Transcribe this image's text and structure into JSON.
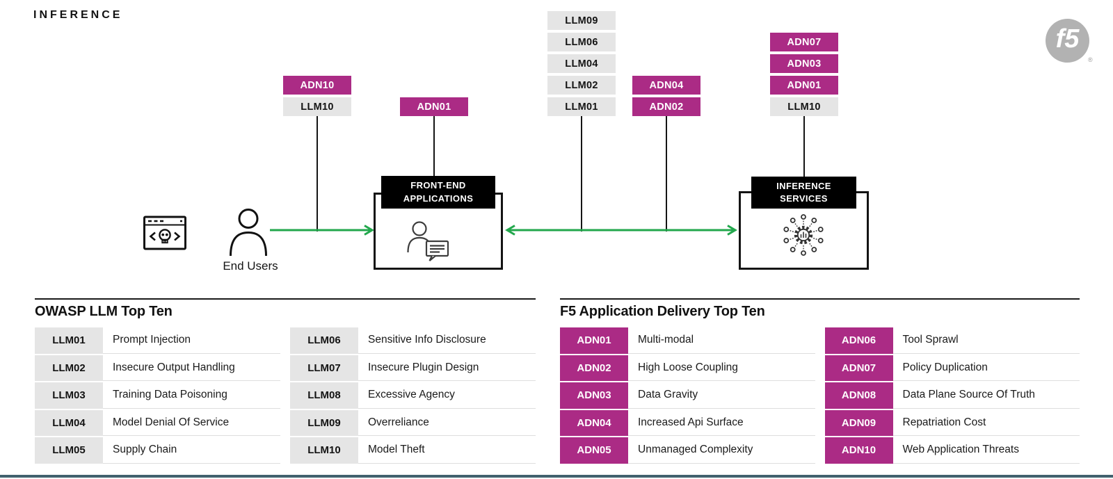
{
  "title": "INFERENCE",
  "logo": {
    "text": "f5",
    "registered": "®"
  },
  "diagram": {
    "end_users_label": "End Users",
    "front_end": {
      "line1": "FRONT-END",
      "line2": "APPLICATIONS"
    },
    "inference": {
      "line1": "INFERENCE",
      "line2": "SERVICES"
    },
    "tag_groups": {
      "end_user_link": [
        {
          "label": "ADN10",
          "type": "adn"
        },
        {
          "label": "LLM10",
          "type": "llm"
        }
      ],
      "front_end_top": [
        {
          "label": "ADN01",
          "type": "adn"
        }
      ],
      "llm_stack": [
        {
          "label": "LLM09",
          "type": "llm"
        },
        {
          "label": "LLM06",
          "type": "llm"
        },
        {
          "label": "LLM04",
          "type": "llm"
        },
        {
          "label": "LLM02",
          "type": "llm"
        },
        {
          "label": "LLM01",
          "type": "llm"
        }
      ],
      "adn_stack": [
        {
          "label": "ADN04",
          "type": "adn"
        },
        {
          "label": "ADN02",
          "type": "adn"
        }
      ],
      "inference_top": [
        {
          "label": "ADN07",
          "type": "adn"
        },
        {
          "label": "ADN03",
          "type": "adn"
        },
        {
          "label": "ADN01",
          "type": "adn"
        },
        {
          "label": "LLM10",
          "type": "llm"
        }
      ]
    }
  },
  "tables": {
    "owasp": {
      "title": "OWASP LLM Top Ten",
      "col1": [
        {
          "code": "LLM01",
          "desc": "Prompt Injection"
        },
        {
          "code": "LLM02",
          "desc": "Insecure Output Handling"
        },
        {
          "code": "LLM03",
          "desc": "Training Data Poisoning"
        },
        {
          "code": "LLM04",
          "desc": "Model Denial Of Service"
        },
        {
          "code": "LLM05",
          "desc": "Supply Chain"
        }
      ],
      "col2": [
        {
          "code": "LLM06",
          "desc": "Sensitive Info Disclosure"
        },
        {
          "code": "LLM07",
          "desc": "Insecure Plugin Design"
        },
        {
          "code": "LLM08",
          "desc": "Excessive Agency"
        },
        {
          "code": "LLM09",
          "desc": "Overreliance"
        },
        {
          "code": "LLM10",
          "desc": "Model Theft"
        }
      ]
    },
    "adn": {
      "title": "F5 Application Delivery Top Ten",
      "col1": [
        {
          "code": "ADN01",
          "desc": "Multi-modal"
        },
        {
          "code": "ADN02",
          "desc": "High Loose Coupling"
        },
        {
          "code": "ADN03",
          "desc": "Data Gravity"
        },
        {
          "code": "ADN04",
          "desc": "Increased Api Surface"
        },
        {
          "code": "ADN05",
          "desc": "Unmanaged Complexity"
        }
      ],
      "col2": [
        {
          "code": "ADN06",
          "desc": "Tool Sprawl"
        },
        {
          "code": "ADN07",
          "desc": "Policy Duplication"
        },
        {
          "code": "ADN08",
          "desc": "Data Plane Source Of Truth"
        },
        {
          "code": "ADN09",
          "desc": "Repatriation Cost"
        },
        {
          "code": "ADN10",
          "desc": "Web Application Threats"
        }
      ]
    }
  },
  "colors": {
    "adn_magenta": "#ab2b85",
    "llm_gray": "#e5e5e5",
    "arrow_green": "#22a74c",
    "footer_teal": "#41616e",
    "logo_gray": "#b2b2b2",
    "node_black": "#000000"
  }
}
